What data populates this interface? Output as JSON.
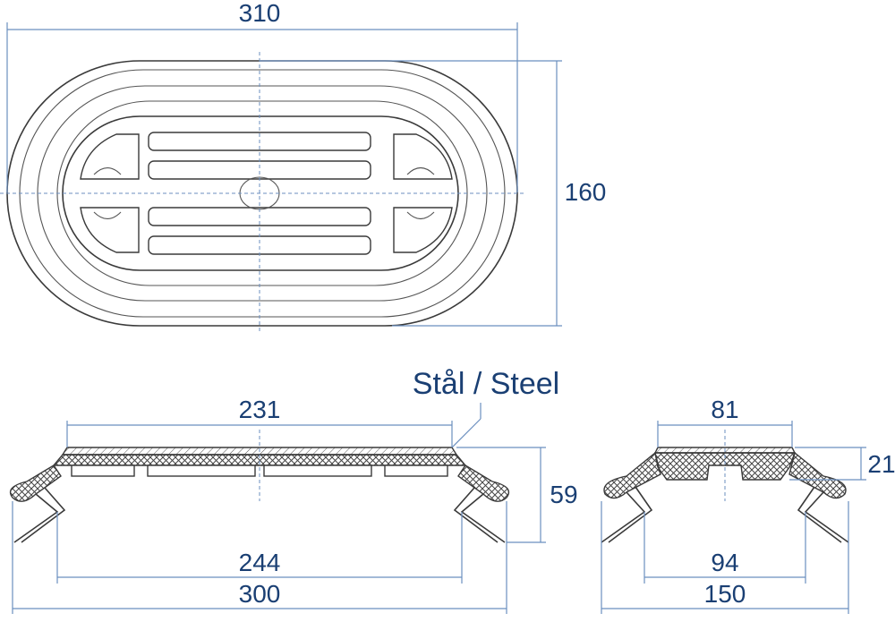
{
  "top_view": {
    "width_label": "310",
    "height_label": "160"
  },
  "material_callout": "Stål / Steel",
  "side_view_long": {
    "top_width_label": "231",
    "height_label": "59",
    "inner_width_label": "244",
    "outer_width_label": "300"
  },
  "side_view_short": {
    "top_width_label": "81",
    "cap_height_label": "21",
    "inner_width_label": "94",
    "outer_width_label": "150"
  },
  "colors": {
    "dimension_text": "#1a3f73",
    "dimension_line": "#6b8fbf",
    "outline": "#3a3a3a"
  }
}
